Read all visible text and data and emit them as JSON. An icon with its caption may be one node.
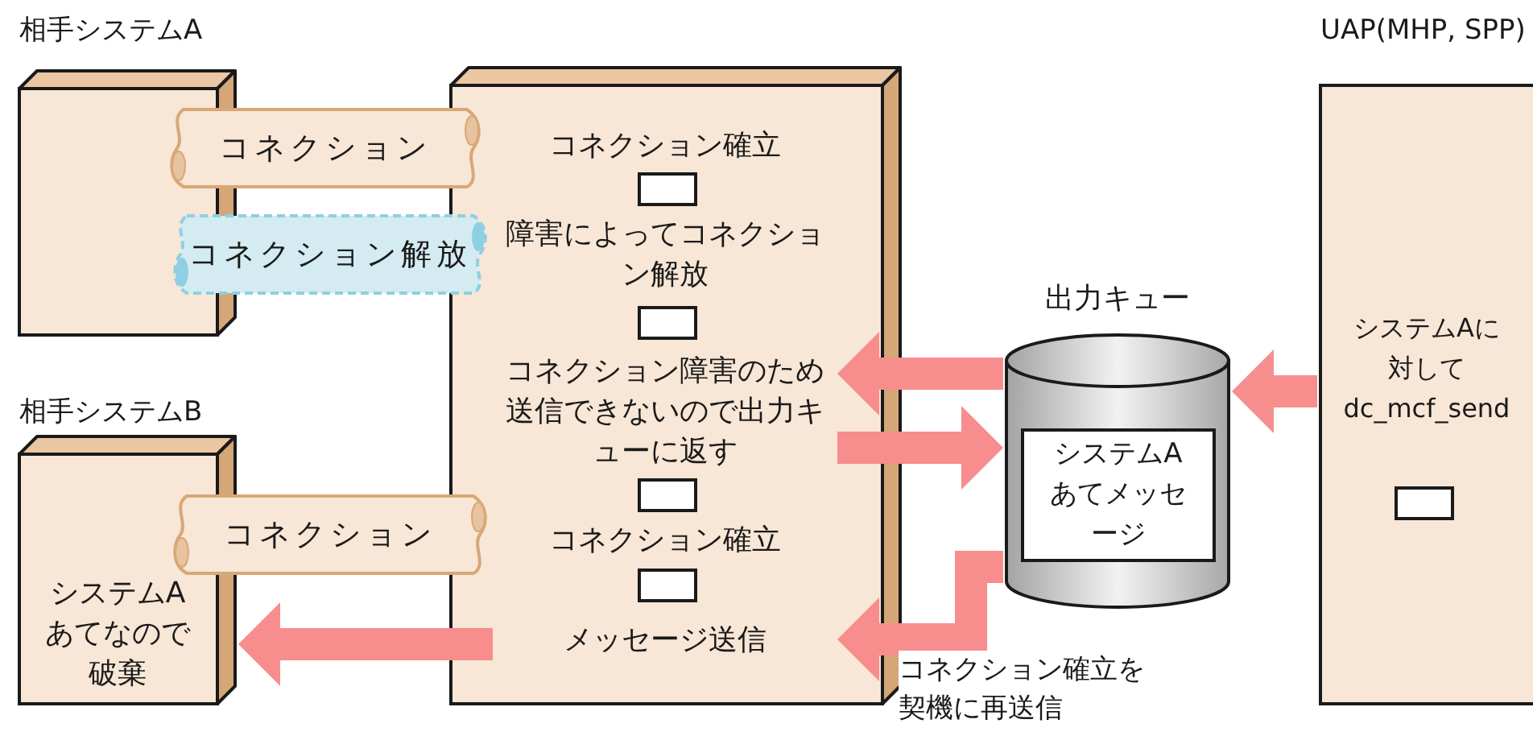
{
  "diagram": {
    "nodes": [
      {
        "text": [
          "相手システムA"
        ]
      },
      {
        "text": [],
        "shape": "box"
      },
      {
        "text": [
          "UAP(MHP, SPP)"
        ]
      },
      {
        "text": [
          "コネクション"
        ]
      },
      {
        "text": [
          "コネクション解放"
        ]
      },
      {
        "text": [
          "相手システムB",
          "システムAあてなので破棄"
        ]
      },
      {
        "text": [
          "コネクション"
        ]
      },
      {
        "text": [
          "コネクション確立"
        ],
        "in": 1
      },
      {
        "text": [],
        "shape": "box",
        "in": 1
      },
      {
        "text": [
          "障害によってコネクション解放"
        ],
        "in": 1
      },
      {
        "text": [],
        "shape": "box",
        "in": 1
      },
      {
        "text": [
          "コネクション障害のため送信できないので出力キューに返す"
        ],
        "in": 1
      },
      {
        "text": [],
        "shape": "box",
        "in": 1
      },
      {
        "text": [
          "コネクション確立"
        ],
        "in": 1
      },
      {
        "text": [],
        "shape": "box",
        "in": 1
      },
      {
        "text": [
          "メッセージ送信"
        ],
        "in": 1
      },
      {
        "text": [
          "出力キュー"
        ]
      },
      {
        "text": [
          "システムAあてメッセージ"
        ],
        "in": 16
      },
      {
        "text": [
          "システムAに対してdc_mcf_send"
        ],
        "in": 2
      },
      {
        "text": [],
        "shape": "box",
        "in": 2
      }
    ],
    "edges": [
      {
        "from": 2,
        "to": 16,
        "arrow": "to"
      },
      {
        "from": 16,
        "to": 11,
        "arrow": "to"
      },
      {
        "from": 11,
        "to": 16,
        "arrow": "to"
      },
      {
        "from": 16,
        "to": 15,
        "arrow": "to",
        "label": "コネクション確立を契機に再送信"
      },
      {
        "from": 15,
        "to": 5,
        "arrow": "to"
      }
    ]
  }
}
